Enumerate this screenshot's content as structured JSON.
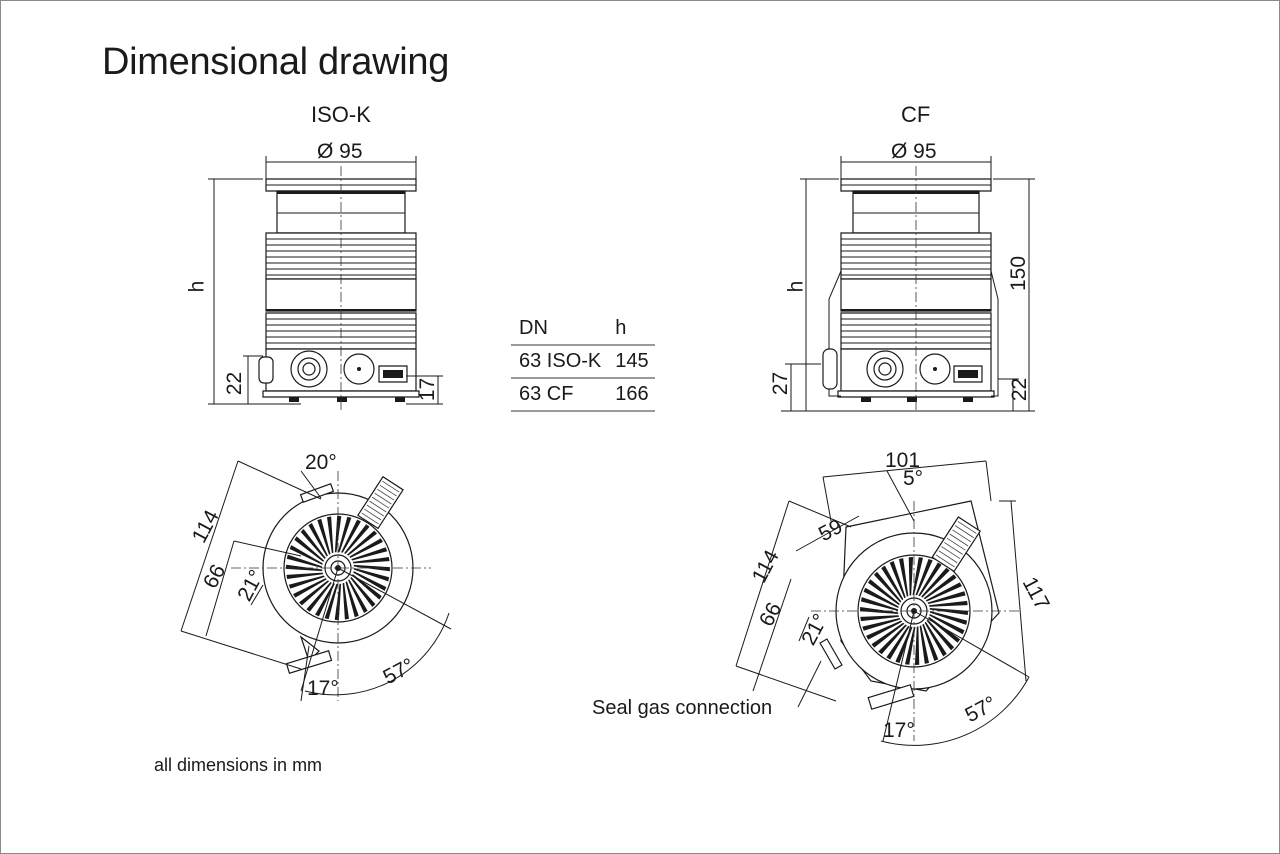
{
  "title": "Dimensional drawing",
  "views": {
    "iso_k": {
      "label": "ISO-K"
    },
    "cf": {
      "label": "CF"
    }
  },
  "dimensions": {
    "iso_diameter": "Ø 95",
    "iso_height": "h",
    "iso_left_22": "22",
    "iso_right_17": "17",
    "cf_diameter": "Ø 95",
    "cf_height": "h",
    "cf_150": "150",
    "cf_left_27": "27",
    "cf_right_22": "22",
    "iso_top_20": "20°",
    "iso_114": "114",
    "iso_66": "66",
    "iso_21": "21°",
    "iso_17": "17°",
    "iso_57": "57°",
    "cf_101": "101",
    "cf_5": "5°",
    "cf_59": "59",
    "cf_114": "114",
    "cf_66": "66",
    "cf_21": "21°",
    "cf_117": "117",
    "cf_17": "17°",
    "cf_57": "57°"
  },
  "table": {
    "headers": [
      "DN",
      "h"
    ],
    "rows": [
      [
        "63 ISO-K",
        "145"
      ],
      [
        "63 CF",
        "166"
      ]
    ]
  },
  "labels": {
    "seal_gas": "Seal gas connection",
    "units_note": "all dimensions in mm"
  }
}
